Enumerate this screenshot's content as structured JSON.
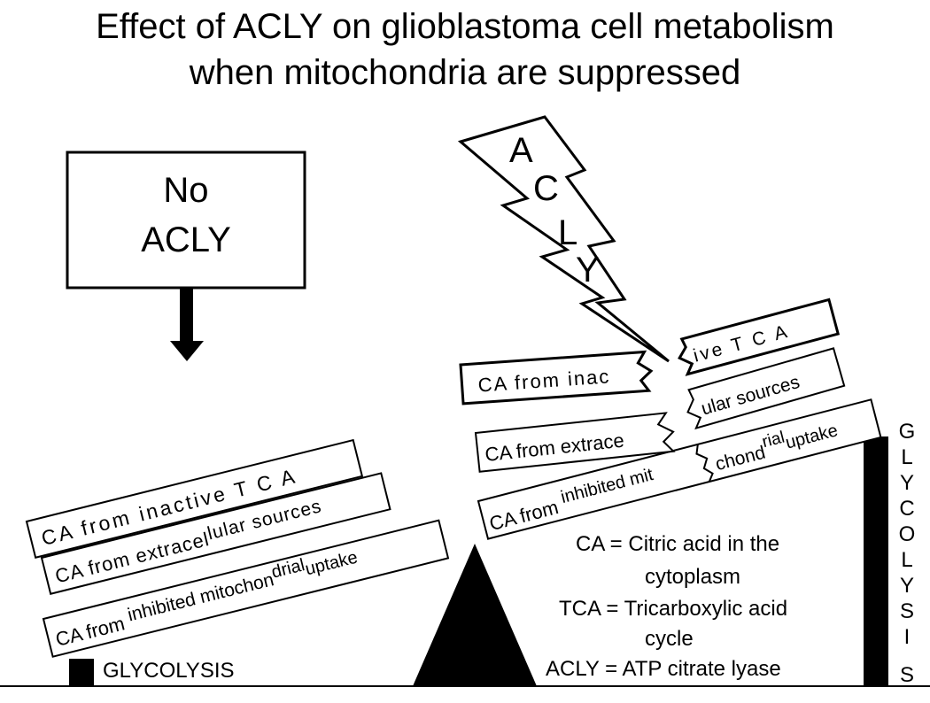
{
  "title": {
    "line1": "Effect of ACLY on glioblastoma cell metabolism",
    "line2": "when mitochondria are suppressed"
  },
  "left": {
    "box_line1": "No",
    "box_line2": "ACLY",
    "planks": {
      "top": "CA from inactive T C A",
      "middle_a": "CA from extracel",
      "middle_b": "lular sources",
      "bottom_a": "CA from ",
      "bottom_b": "inhibited mitochon",
      "bottom_c": "drial",
      "bottom_d": "uptake"
    },
    "glycolysis": "GLYCOLYSIS"
  },
  "right": {
    "bolt_letters": [
      "A",
      "C",
      "L",
      "Y"
    ],
    "broken": {
      "top_left": "CA from inac",
      "top_right": "ive T C A",
      "mid_left": "CA from extrace",
      "mid_right": "ular sources",
      "bot_left_a": "CA from ",
      "bot_left_b": "inhibited mit",
      "bot_right_a": "chond",
      "bot_right_b": "rial",
      "bot_right_c": "uptake"
    },
    "glycolysis_vertical": [
      "G",
      "L",
      "Y",
      "C",
      "O",
      "L",
      "Y",
      "S",
      "I",
      "S"
    ]
  },
  "legend": [
    {
      "abbr": "CA",
      "line1": "CA = Citric acid in the",
      "line2": "cytoplasm"
    },
    {
      "abbr": "TCA",
      "line1": "TCA = Tricarboxylic acid",
      "line2": "cycle"
    },
    {
      "abbr": "ACLY",
      "line1": "ACLY = ATP citrate lyase",
      "line2": ""
    }
  ]
}
